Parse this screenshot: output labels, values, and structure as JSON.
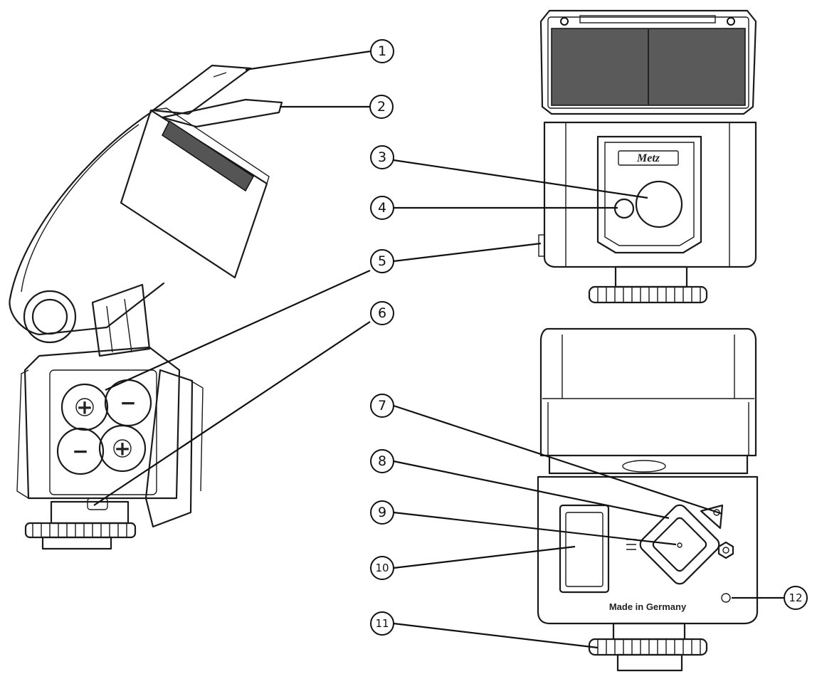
{
  "device_text": {
    "logo": "Metz",
    "made_in": "Made in Germany"
  },
  "battery_symbols": {
    "plus": "+",
    "minus": "−"
  },
  "callouts": [
    {
      "label": "1"
    },
    {
      "label": "2"
    },
    {
      "label": "3"
    },
    {
      "label": "4"
    },
    {
      "label": "5"
    },
    {
      "label": "6"
    },
    {
      "label": "7"
    },
    {
      "label": "8"
    },
    {
      "label": "9"
    },
    {
      "label": "10"
    },
    {
      "label": "11"
    },
    {
      "label": "12"
    }
  ]
}
